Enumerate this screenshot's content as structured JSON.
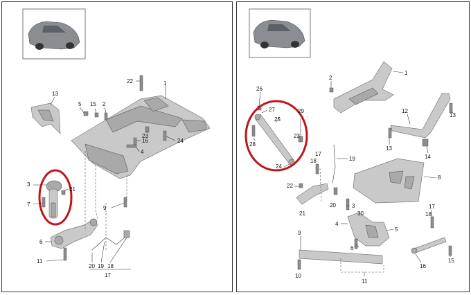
{
  "left": {
    "labels": [
      "22",
      "1",
      "13",
      "5",
      "15",
      "2",
      "23",
      "16",
      "24",
      "4",
      "3",
      "21",
      "7",
      "9",
      "6",
      "11",
      "20",
      "19",
      "18",
      "17"
    ]
  },
  "right": {
    "labels": [
      "2",
      "1",
      "26",
      "27",
      "25",
      "29",
      "23",
      "28",
      "24",
      "12",
      "13",
      "13",
      "14",
      "17",
      "18",
      "19",
      "8",
      "22",
      "21",
      "20",
      "3",
      "4",
      "30",
      "5",
      "6",
      "9",
      "10",
      "11",
      "17",
      "18",
      "16",
      "15"
    ]
  }
}
